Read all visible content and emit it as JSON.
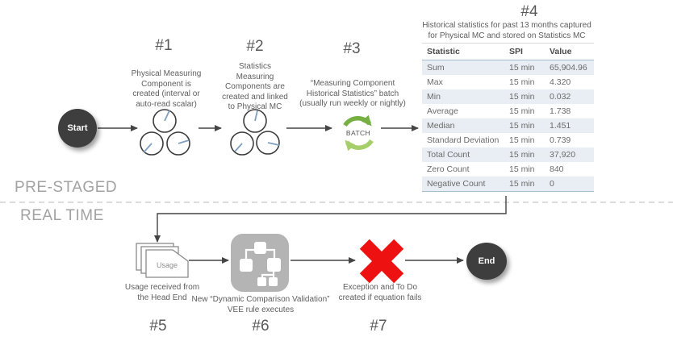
{
  "zones": {
    "pre_staged_label": "PRE-STAGED",
    "real_time_label": "REAL TIME"
  },
  "nodes": {
    "start_label": "Start",
    "end_label": "End"
  },
  "steps": [
    {
      "id": "#1",
      "caption": "Physical Measuring\nComponent is\ncreated (interval  or\nauto-read scalar)"
    },
    {
      "id": "#2",
      "caption": "Statistics\nMeasuring\nComponents are\ncreated and linked\nto Physical MC"
    },
    {
      "id": "#3",
      "caption": "“Measuring Component\nHistorical Statistics” batch\n(usually run weekly or nightly)",
      "icon_label": "BATCH"
    },
    {
      "id": "#4",
      "caption": "Historical statistics for past 13 months captured\nfor Physical MC and stored on Statistics MC"
    },
    {
      "id": "#5",
      "caption": "Usage received from\nthe Head End",
      "icon_label": "Usage"
    },
    {
      "id": "#6",
      "caption": "New “Dynamic Comparison Validation”\nVEE rule executes"
    },
    {
      "id": "#7",
      "caption": "Exception and To Do\ncreated if equation fails"
    }
  ],
  "table": {
    "headers": [
      "Statistic",
      "SPI",
      "Value"
    ],
    "rows": [
      [
        "Sum",
        "15 min",
        "65,904.96"
      ],
      [
        "Max",
        "15 min",
        "4.320"
      ],
      [
        "Min",
        "15 min",
        "0.032"
      ],
      [
        "Average",
        "15 min",
        "1.738"
      ],
      [
        "Median",
        "15 min",
        "1.451"
      ],
      [
        "Standard Deviation",
        "15 min",
        "0.739"
      ],
      [
        "Total Count",
        "15 min",
        "37,920"
      ],
      [
        "Zero Count",
        "15 min",
        "840"
      ],
      [
        "Negative Count",
        "15 min",
        "0"
      ]
    ]
  },
  "icons": {
    "gauge_clusters": "three-dial-meter-icons",
    "batch": "green-circular-refresh-arrows",
    "usage": "stacked-documents",
    "vee_rule": "hierarchy-flowchart-tile",
    "failure": "red-x-mark"
  },
  "colors": {
    "node_fill": "#3e3e3e",
    "batch_green_dark": "#76b043",
    "batch_green_light": "#a6cf6b",
    "error_red": "#ee1111",
    "needle_blue": "#7e9fbe",
    "table_stripe": "#e8eef3",
    "table_border_blue": "#a4bfd0",
    "icon_gray": "#b4b4b4",
    "arrow_dark": "#454545",
    "divider_gray": "#c6c6c6"
  }
}
